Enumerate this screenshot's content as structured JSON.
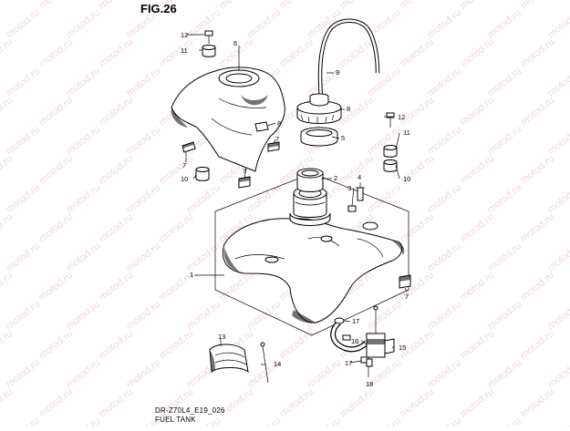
{
  "figure": {
    "title": "FIG.26",
    "diagram_code": "DR-Z70L4_E19_026",
    "caption": "FUEL TANK"
  },
  "watermark": {
    "text": "motod.ru",
    "color": "#e6b8b8"
  },
  "callouts": [
    {
      "num": "1",
      "part": "fuel-tank"
    },
    {
      "num": "2",
      "part": "filler-neck"
    },
    {
      "num": "3",
      "part": "bolt"
    },
    {
      "num": "4",
      "part": "bolt-upper"
    },
    {
      "num": "5",
      "part": "gasket-ring"
    },
    {
      "num": "6",
      "part": "tank-cover"
    },
    {
      "num": "7",
      "part": "cushion-pad"
    },
    {
      "num": "8",
      "part": "fuel-cap"
    },
    {
      "num": "9",
      "part": "breather-hose"
    },
    {
      "num": "10",
      "part": "cushion"
    },
    {
      "num": "11",
      "part": "grommet"
    },
    {
      "num": "12",
      "part": "screw"
    },
    {
      "num": "13",
      "part": "protector"
    },
    {
      "num": "14",
      "part": "clip"
    },
    {
      "num": "15",
      "part": "fuel-cock"
    },
    {
      "num": "16",
      "part": "fuel-hose"
    },
    {
      "num": "17",
      "part": "hose-clamp"
    },
    {
      "num": "18",
      "part": "screw-lower"
    }
  ]
}
